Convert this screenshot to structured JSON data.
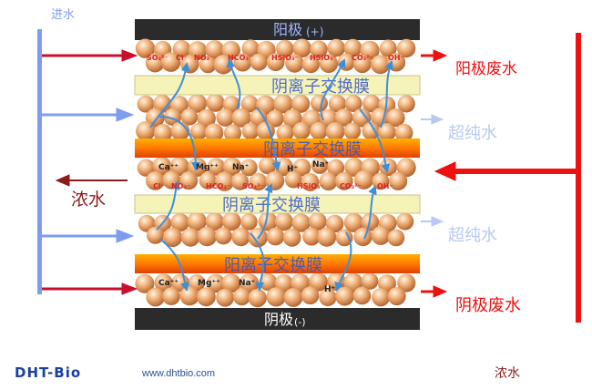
{
  "labels": {
    "water_inlet": "进水",
    "anode": "阳极",
    "anode_sign": "(+)",
    "cathode": "阴极",
    "cathode_sign": "(-)",
    "anion_membrane": "阴离子交换膜",
    "cation_membrane": "阳离子交换膜",
    "anode_waste": "阳极废水",
    "cathode_waste": "阴极废水",
    "ultrapure_water": "超纯水",
    "concentrate": "浓水",
    "concentrate_bottom": "浓水"
  },
  "ions": {
    "anode_chamber": [
      "SO₄²⁻",
      "Cl⁻",
      "NO₃⁻",
      "HCO₃⁻",
      "HSiO₃⁻",
      "HSiO₃⁻",
      "CO₃²⁻",
      "OH⁻"
    ],
    "cations_mid": [
      "Ca⁺⁺",
      "Mg⁺⁺",
      "Na⁺",
      "H⁺",
      "Na⁺"
    ],
    "anions_mid": [
      "Cl⁻",
      "NO₃⁻",
      "HCO₃⁻",
      "SO₄²⁻",
      "HSiO₃⁻",
      "CO₃²⁻",
      "OH⁻"
    ],
    "cathode_chamber": [
      "Ca⁺⁺",
      "Mg⁺⁺",
      "Na⁺",
      "H⁺"
    ]
  },
  "footer": {
    "logo": "DHT-Bio",
    "url": "www.dhtbio.com"
  },
  "colors": {
    "electrode": "#2b2b2b",
    "anion_membrane": "#f6f3b8",
    "cation_membrane": "#f07a10",
    "inlet_blue": "#7f9df0",
    "waste_red": "#ee1111",
    "concentrate": "#8b1c1c",
    "ultrapure": "#b9c9f0",
    "flow_arrow": "#3f8fd8",
    "ion_text": "#e02020"
  }
}
